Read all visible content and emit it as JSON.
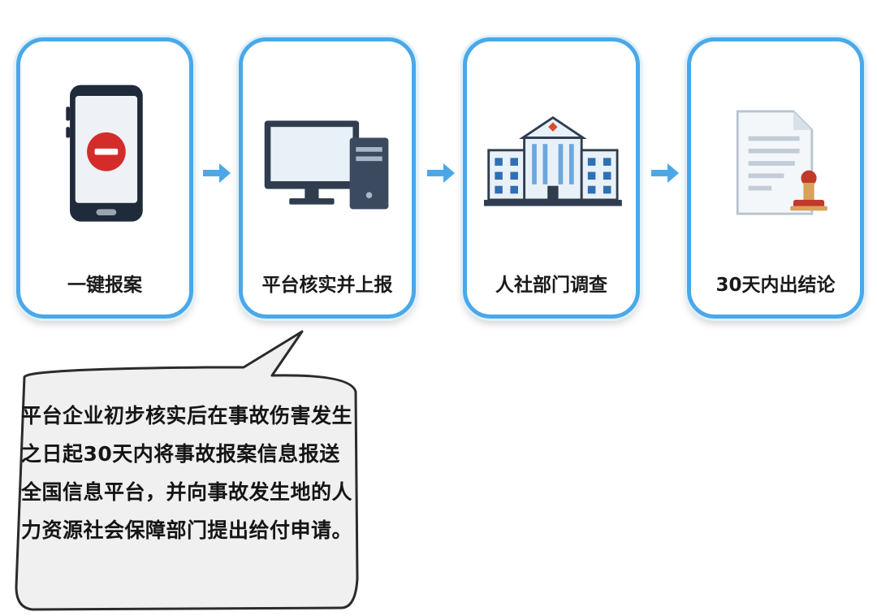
{
  "steps": [
    {
      "label": "一键报案",
      "icon": "smartphone-icon"
    },
    {
      "label": "平台核实并上报",
      "icon": "desktop-computer-icon"
    },
    {
      "label": "人社部门调查",
      "icon": "government-building-icon"
    },
    {
      "label": "30天内出结论",
      "icon": "document-stamp-icon"
    }
  ],
  "callout": {
    "text": "平台企业初步核实后在事故伤害发生之日起30天内将事故报案信息报送全国信息平台，并向事故发生地的人力资源社会保障部门提出给付申请。"
  },
  "colors": {
    "border": "#4aa8e8",
    "arrow": "#4aa8e8",
    "alert_red": "#d42b2b",
    "stamp_red": "#c0392b"
  }
}
